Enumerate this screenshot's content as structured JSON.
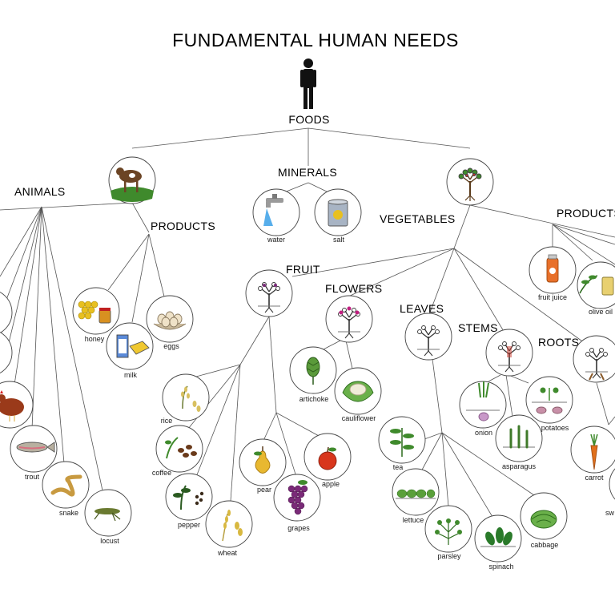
{
  "title": "FUNDAMENTAL HUMAN NEEDS",
  "root": "FOODS",
  "categories": {
    "animals": "ANIMALS",
    "animal_products": "PRODUCTS",
    "minerals": "MINERALS",
    "vegetables": "VEGETABLES",
    "vegetable_products": "PRODUCTS",
    "fruit": "FRUIT",
    "flowers": "FLOWERS",
    "leaves": "LEAVES",
    "stems": "STEMS",
    "roots": "ROOTS"
  },
  "items": {
    "water": "water",
    "salt": "salt",
    "honey": "honey",
    "milk": "milk",
    "eggs": "eggs",
    "trout": "trout",
    "snake": "snake",
    "locust": "locust",
    "rice": "rice",
    "coffee": "coffee",
    "pepper": "pepper",
    "wheat": "wheat",
    "pear": "pear",
    "grapes": "grapes",
    "apple": "apple",
    "artichoke": "artichoke",
    "cauliflower": "cauliflower",
    "tea": "tea",
    "lettuce": "lettuce",
    "parsley": "parsley",
    "spinach": "spinach",
    "cabbage": "cabbage",
    "onion": "onion",
    "asparagus": "asparagus",
    "potatoes": "potatoes",
    "carrot": "carrot",
    "fruit_juice": "fruit juice",
    "olive_oil": "olive oil",
    "sw_partial": "sw"
  },
  "colors": {
    "line": "#555555",
    "circle_stroke": "#444444",
    "text": "#1a1a1a",
    "leaf_green": "#3f8a2c",
    "honey_yellow": "#e8c020",
    "apple_red": "#d8361c",
    "grape_purple": "#7a2a78",
    "carrot_orange": "#e0701c",
    "cow_brown": "#6b4424"
  },
  "icons": {
    "person": "person-silhouette-icon",
    "cow": "cow-icon",
    "tree": "tree-icon",
    "water": "faucet-icon",
    "salt": "salt-shaker-icon"
  }
}
